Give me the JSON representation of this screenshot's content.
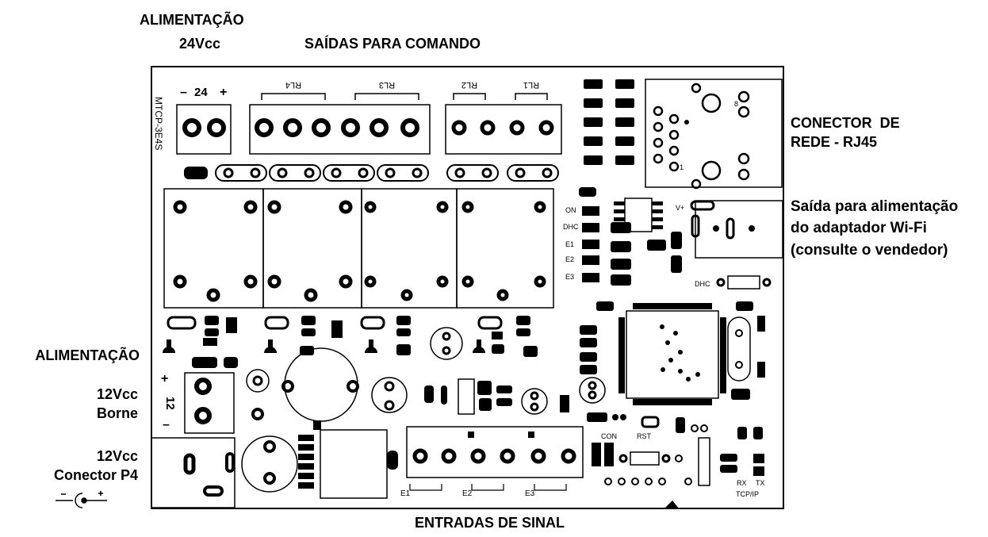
{
  "labels": {
    "power24_title": "ALIMENTAÇÃO",
    "power24_voltage": "24Vcc",
    "outputs": "SAÍDAS PARA COMANDO",
    "rj45_line1": "CONECTOR  DE",
    "rj45_line2": "REDE - RJ45",
    "wifi_line1": "Saída para alimentação",
    "wifi_line2": "do adaptador Wi-Fi",
    "wifi_line3": "(consulte o vendedor)",
    "power12_title": "ALIMENTAÇÃO",
    "power12_voltage1": "12Vcc",
    "power12_borne": "Borne",
    "power12_voltage2": "12Vcc",
    "power12_p4": "Conector P4",
    "inputs": "ENTRADAS DE SINAL"
  },
  "silk": {
    "model": "MTCP-3E4S",
    "term24": "24",
    "term12": "12",
    "relays": [
      "RL4",
      "RL3",
      "RL2",
      "RL1"
    ],
    "leds_left": [
      "ON",
      "DHC",
      "E1",
      "E2",
      "E3"
    ],
    "vplus": "V+",
    "dhc": "DHC",
    "con": "CON",
    "rst": "RST",
    "rx": "RX",
    "tx": "TX",
    "tcpip": "TCP/IP",
    "inputs": [
      "E1",
      "E2",
      "E3"
    ],
    "rj45_pins": [
      "8",
      "1"
    ]
  }
}
